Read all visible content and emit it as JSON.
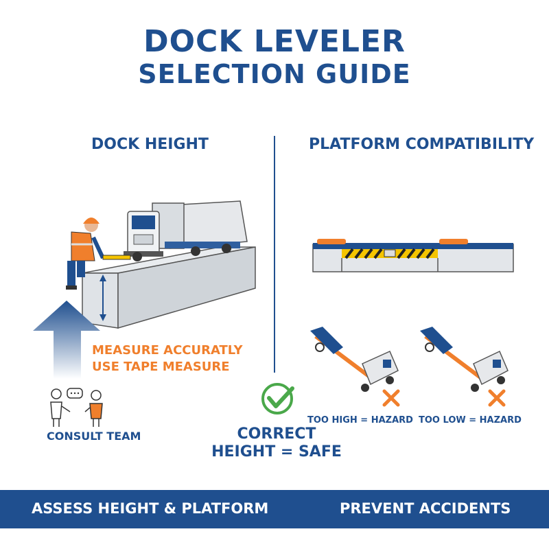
{
  "header": {
    "title_line_1": "DOCK LEVELER",
    "title_line_2": "SELECTION GUIDE"
  },
  "sections": {
    "left_title": "DOCK HEIGHT",
    "right_title": "PLATFORM COMPATIBILITY"
  },
  "left": {
    "measure_line_1": "MEASURE ACCURATLY",
    "measure_line_2": "USE TAPE MEASURE",
    "consult_label": "CONSULT TEAM"
  },
  "center": {
    "safe_line_1": "CORRECT",
    "safe_line_2": "HEIGHT = SAFE"
  },
  "right": {
    "hazard_high": "TOO HIGH = HAZARD",
    "hazard_low": "TOO LOW = HAZARD"
  },
  "footer": {
    "left": "ASSESS HEIGHT & PLATFORM",
    "right": "PREVENT ACCIDENTS"
  },
  "colors": {
    "brand_blue": "#1f4f8f",
    "accent_orange": "#f07f2c",
    "success_green": "#4aa84a"
  },
  "icons": [
    "up-arrow-icon",
    "check-icon",
    "x-mark-icon",
    "speech-bubble-icon"
  ]
}
